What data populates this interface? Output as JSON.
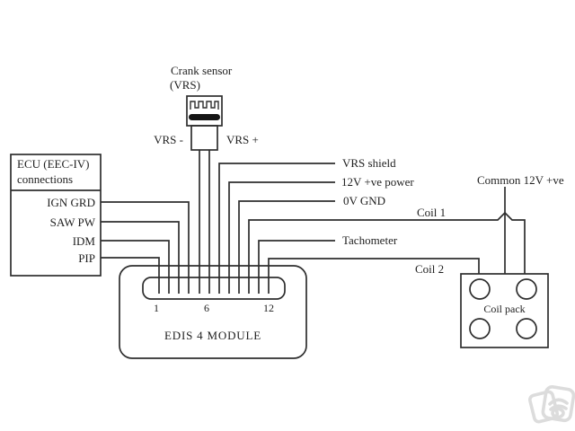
{
  "crank_sensor": {
    "name_line1": "Crank sensor",
    "name_line2": "(VRS)",
    "terminal_minus": "VRS -",
    "terminal_plus": "VRS +"
  },
  "ecu": {
    "title_line1": "ECU (EEC-IV)",
    "title_line2": "connections",
    "pins": [
      "IGN GRD",
      "SAW PW",
      "IDM",
      "PIP"
    ]
  },
  "module": {
    "label": "EDIS 4 MODULE",
    "pin_numbers": [
      "1",
      "6",
      "12"
    ]
  },
  "signals": {
    "vrs_shield": "VRS shield",
    "power_12v": "12V +ve power",
    "gnd_0v": "0V GND",
    "coil1": "Coil 1",
    "tachometer": "Tachometer",
    "coil2": "Coil 2",
    "common_12v": "Common 12V +ve"
  },
  "coil_pack": {
    "label": "Coil pack"
  },
  "colors": {
    "line": "#2e2e2e",
    "text": "#1f1f1f",
    "background": "#ffffff",
    "watermark": "#dcdcdc"
  }
}
